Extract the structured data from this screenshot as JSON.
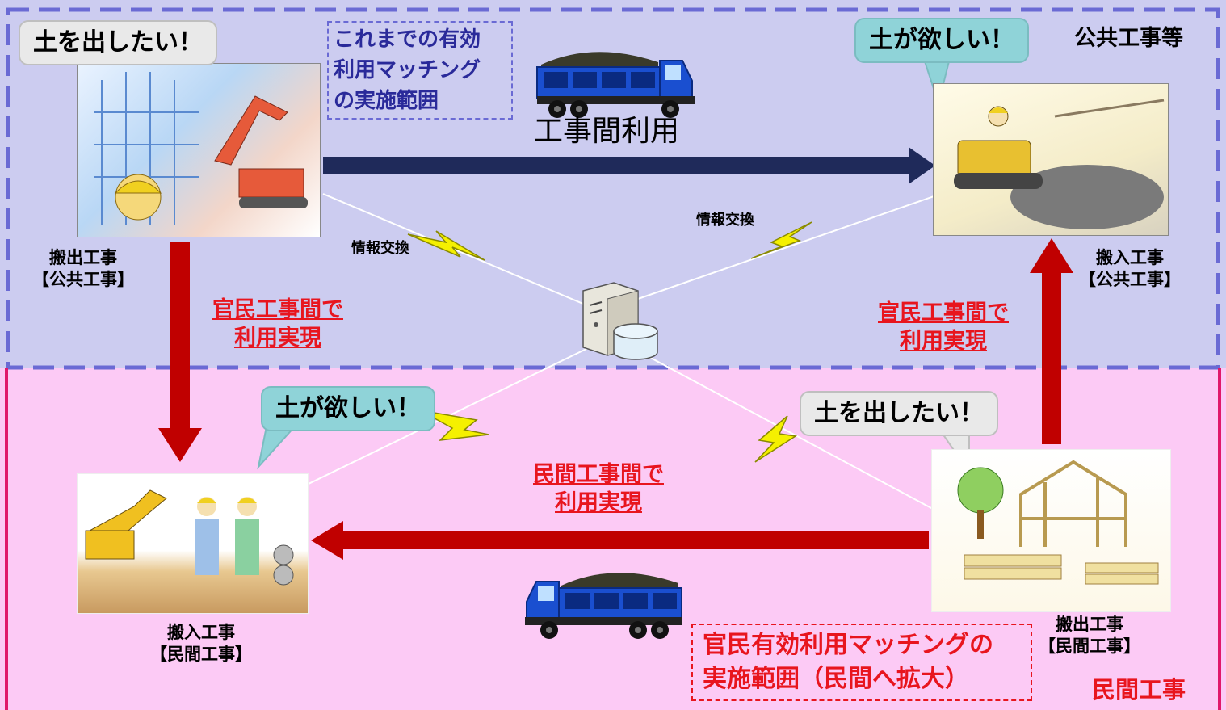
{
  "zones": {
    "public": "公共工事等",
    "private": "民間工事"
  },
  "legend_existing": "これまでの有効\n利用マッチング\nの実施範囲",
  "legend_expanded": "官民有効利用マッチングの\n実施範囲（民間へ拡大）",
  "route_public": "工事間利用",
  "exchange_label_left": "情報交換",
  "exchange_label_right": "情報交換",
  "bubbles": {
    "top_left": "土を出したい！",
    "top_right": "土が欲しい！",
    "bottom_left": "土が欲しい！",
    "bottom_right": "土を出したい！"
  },
  "sites": {
    "top_left": "搬出工事\n【公共工事】",
    "top_right": "搬入工事\n【公共工事】",
    "bottom_left": "搬入工事\n【民間工事】",
    "bottom_right": "搬出工事\n【民間工事】"
  },
  "links": {
    "left": "官民工事間で\n利用実現",
    "right": "官民工事間で\n利用実現",
    "bottom": "民間工事間で\n利用実現"
  },
  "colors": {
    "public_bg": "#ccccf0",
    "private_bg": "#fccaf5",
    "dashed_border": "#6a6ad4",
    "red_arrow": "#c00000",
    "navy_arrow": "#1f2a5a",
    "bolt": "#f5f000",
    "red_text": "#e8151e",
    "bubble_teal": "#8fd3d8",
    "bubble_gray": "#e9e9e9"
  },
  "icons": [
    "dump-truck-icon",
    "server-icon",
    "database-icon",
    "lightning-bolt-icon"
  ]
}
